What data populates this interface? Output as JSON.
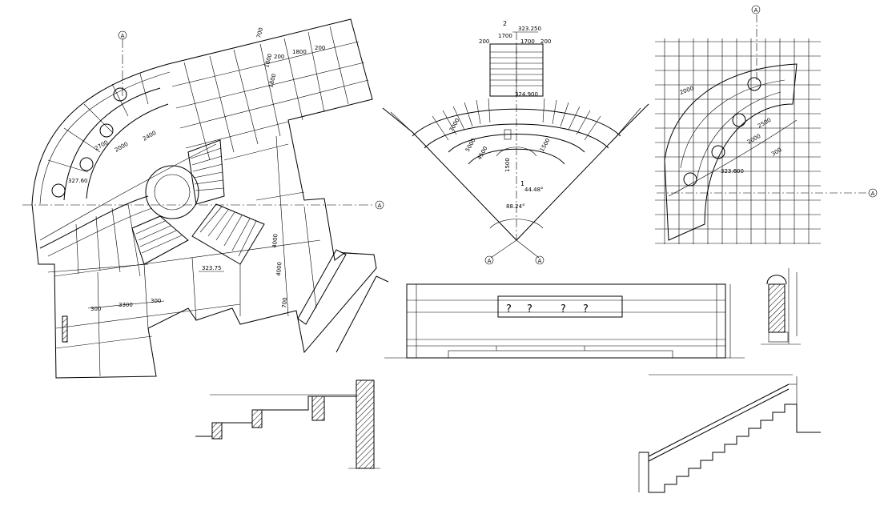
{
  "axis_marker": "A",
  "plan_left": {
    "dims": [
      "700",
      "200",
      "1800",
      "200",
      "1800",
      "1800",
      "2400",
      "2000",
      "2700",
      "4000",
      "300",
      "3300",
      "300",
      "700",
      "4000"
    ],
    "elevations": [
      "327.60",
      "323.75"
    ]
  },
  "plan_center": {
    "top_marks": [
      "2",
      "1700",
      "1700",
      "200",
      "200"
    ],
    "elevation_top": "323.250",
    "elevation_mid": "324.900",
    "angle_small": "44.48°",
    "angle_main": "88.24°",
    "marker_one": "1",
    "radii": [
      "7000",
      "5000",
      "4500",
      "1500",
      "1500"
    ]
  },
  "plan_right": {
    "labels": [
      "2000",
      "2500",
      "2000",
      "300",
      "323.600"
    ]
  },
  "elevation_view": {
    "marks": [
      "?",
      "?",
      "?",
      "?"
    ]
  }
}
